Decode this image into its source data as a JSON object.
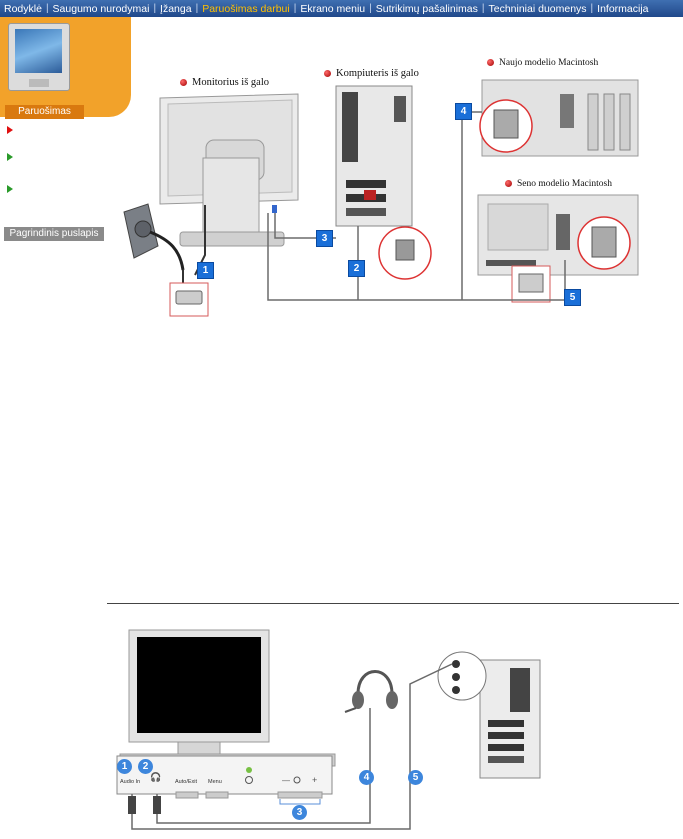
{
  "nav": {
    "items": [
      {
        "label": "Rodyklė",
        "active": false
      },
      {
        "label": "Saugumo nurodymai",
        "active": false
      },
      {
        "label": "Įžanga",
        "active": false
      },
      {
        "label": "Paruošimas darbui",
        "active": true
      },
      {
        "label": "Ekrano meniu",
        "active": false
      },
      {
        "label": "Sutrikimų pašalinimas",
        "active": false
      },
      {
        "label": "Techniniai duomenys",
        "active": false
      },
      {
        "label": "Informacija",
        "active": false
      }
    ],
    "colors": {
      "bar": "#2c5a9c",
      "active": "#ffc000",
      "text": "#ffffff"
    }
  },
  "sidebar": {
    "caption": "Paruošimas darbui",
    "home_label": "Pagrindinis puslapis",
    "accent": "#f2a22a"
  },
  "diagram1": {
    "monitor_label": "Monitorius iš galo",
    "computer_label": "Kompiuteris iš galo",
    "new_mac_label": "Naujo modelio Macintosh",
    "old_mac_label": "Seno modelio Macintosh",
    "callouts": [
      "1",
      "2",
      "3",
      "4",
      "5"
    ]
  },
  "diagram2": {
    "panel": {
      "audio_in": "Audio In",
      "auto_exit": "Auto/Exit",
      "menu": "Menu"
    },
    "callouts": [
      "1",
      "2",
      "3",
      "4",
      "5"
    ]
  }
}
